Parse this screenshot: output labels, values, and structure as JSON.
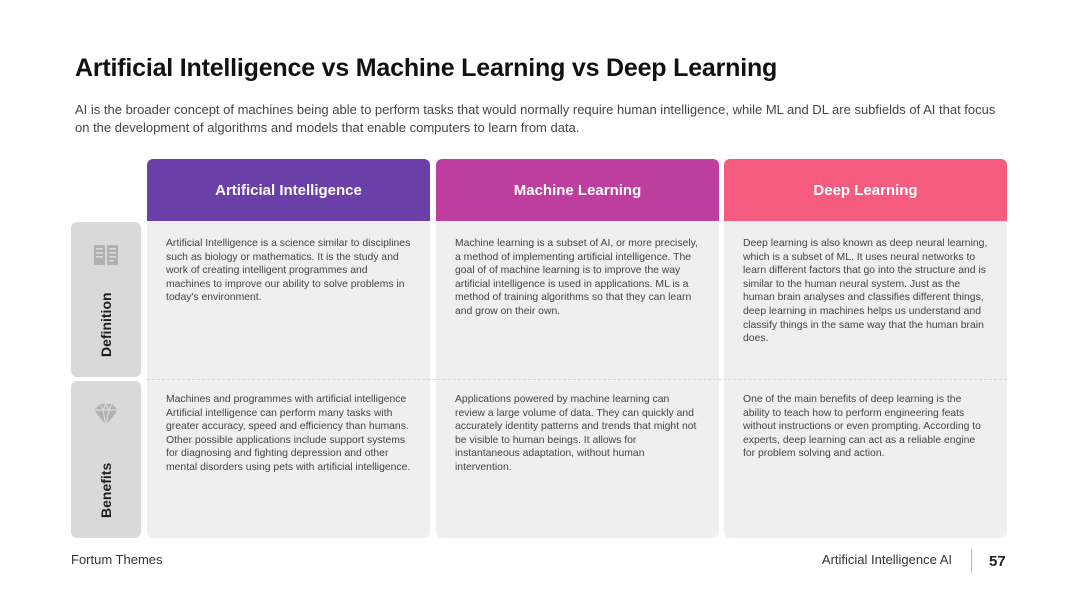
{
  "slide": {
    "title": "Artificial Intelligence vs Machine Learning vs Deep Learning",
    "subtitle": "AI is the broader concept of machines being able to perform tasks that would normally require human intelligence, while ML and DL are subfields of AI that focus on the development of algorithms and models that enable computers to learn from data."
  },
  "rows": {
    "definition": {
      "label": "Definition",
      "icon": "book-icon"
    },
    "benefits": {
      "label": "Benefits",
      "icon": "diamond-icon"
    }
  },
  "columns": [
    {
      "header": "Artificial Intelligence",
      "color": "#6b3fa8",
      "definition": "Artificial Intelligence is a science similar to disciplines such as biology or mathematics. It is the study and work of creating intelligent programmes and machines to improve our ability to solve problems in today's environment.",
      "benefits": "Machines and programmes with artificial intelligence Artificial intelligence can perform many tasks with greater accuracy, speed and efficiency than humans. Other possible applications include support systems for diagnosing and fighting depression and other mental disorders using pets with artificial intelligence."
    },
    {
      "header": "Machine Learning",
      "color": "#bd3e9f",
      "definition": "Machine learning is a subset of AI, or more precisely, a method of implementing artificial intelligence. The goal of of machine learning is to improve the way artificial intelligence is used in applications. ML is a method of training algorithms so that they can learn and grow on their own.",
      "benefits": "Applications powered by machine learning can review a large volume of data. They can quickly and accurately identity patterns and trends that might not be visible to human beings. It allows for instantaneous adaptation, without human intervention."
    },
    {
      "header": "Deep Learning",
      "color": "#f45b7e",
      "definition": "Deep learning is also known as deep neural learning, which is a subset of ML. It uses neural networks to learn different factors that go into the structure and is similar to the human neural system. Just as the human brain analyses and classifies different things, deep learning in machines helps us understand and classify things in the same way that the human brain does.",
      "benefits": "One of the main benefits of deep learning is the ability to teach how to perform engineering feats without instructions or even prompting. According to experts, deep learning can act as a reliable engine for problem solving and action."
    }
  ],
  "footer": {
    "brand": "Fortum Themes",
    "section": "Artificial Intelligence AI",
    "page": "57"
  }
}
